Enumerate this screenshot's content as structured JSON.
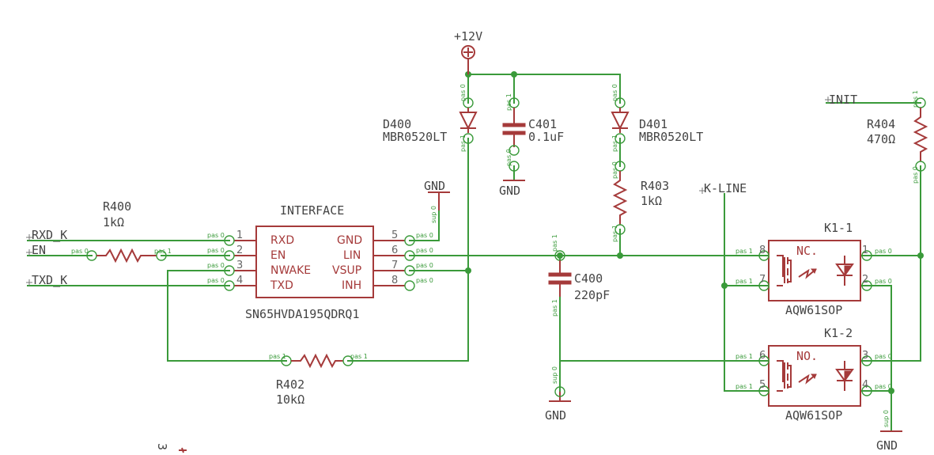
{
  "power": {
    "vcc_label": "+12V",
    "gnd_label": "GND"
  },
  "ic": {
    "name": "INTERFACE",
    "value": "SN65HVDA195QDRQ1",
    "left_pins": [
      {
        "num": "1",
        "name": "RXD"
      },
      {
        "num": "2",
        "name": "EN"
      },
      {
        "num": "3",
        "name": "NWAKE"
      },
      {
        "num": "4",
        "name": "TXD"
      }
    ],
    "right_pins": [
      {
        "num": "5",
        "name": "GND"
      },
      {
        "num": "6",
        "name": "LIN"
      },
      {
        "num": "7",
        "name": "VSUP"
      },
      {
        "num": "8",
        "name": "INH"
      }
    ]
  },
  "nets": {
    "rxd": "RXD_K",
    "en": "EN",
    "txd": "TXD_K",
    "kline": "K-LINE",
    "init": "INIT"
  },
  "parts": {
    "r400": {
      "ref": "R400",
      "value": "1kΩ"
    },
    "r402": {
      "ref": "R402",
      "value": "10kΩ"
    },
    "r403": {
      "ref": "R403",
      "value": "1kΩ"
    },
    "r404": {
      "ref": "R404",
      "value": "470Ω"
    },
    "d400": {
      "ref": "D400",
      "value": "MBR0520LT"
    },
    "d401": {
      "ref": "D401",
      "value": "MBR0520LT"
    },
    "c400": {
      "ref": "C400",
      "value": "220pF"
    },
    "c401": {
      "ref": "C401",
      "value": "0.1uF"
    }
  },
  "relays": [
    {
      "ref": "K1-1",
      "type": "NC.",
      "value": "AQW61SOP",
      "pins_left": [
        "8",
        "7"
      ],
      "pins_right": [
        "1",
        "2"
      ]
    },
    {
      "ref": "K1-2",
      "type": "NO.",
      "value": "AQW61SOP",
      "pins_left": [
        "6",
        "5"
      ],
      "pins_right": [
        "3",
        "4"
      ]
    }
  ],
  "pin_tags": {
    "pas0": "pas 0",
    "pas1": "pas 1",
    "sup0": "sup 0"
  },
  "misc": {
    "corner_mark": "3"
  },
  "colors": {
    "wire": "#3a9a3a",
    "part": "#a53a3a"
  }
}
